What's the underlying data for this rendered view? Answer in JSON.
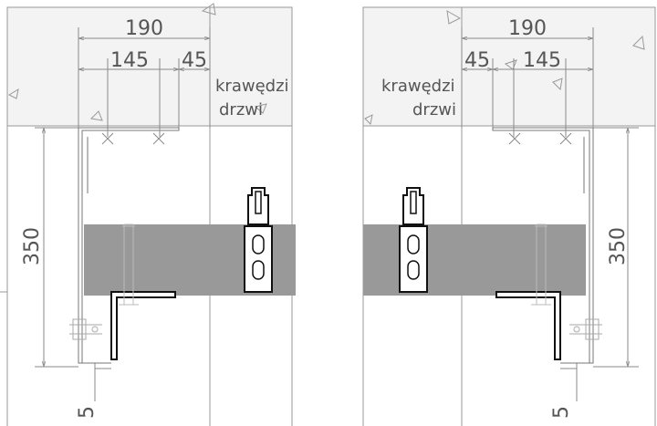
{
  "colors": {
    "line": "#9a9a9a",
    "ceiling": "#f2f2f2",
    "door": "#999999",
    "steel": "#111111",
    "text": "#555555"
  },
  "left_detail": {
    "dim_total": "190",
    "dim_inner": "145",
    "dim_edge": "45",
    "label_line1": "krawędzi",
    "label_line2": "drzwi",
    "dim_height": "350",
    "dim_gap": "5"
  },
  "right_detail": {
    "dim_total": "190",
    "dim_inner": "145",
    "dim_edge": "45",
    "label_line1": "krawędzi",
    "label_line2": "drzwi",
    "dim_height": "350",
    "dim_gap": "5"
  }
}
